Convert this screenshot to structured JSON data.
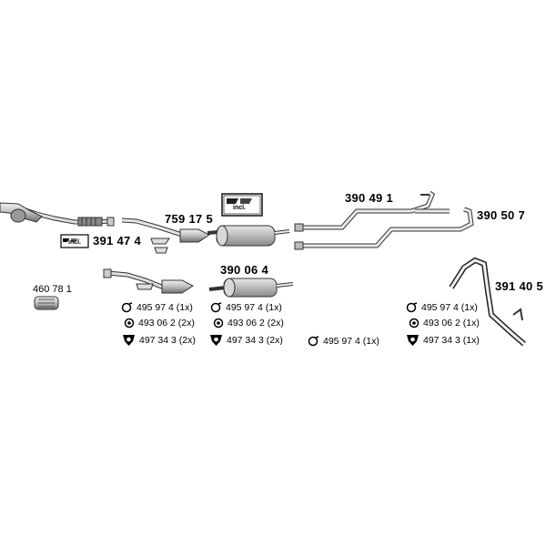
{
  "parts": {
    "p1": "391 47 4",
    "p2": "759 17 5",
    "p3": "390 06 4",
    "p4": "390 49 1",
    "p5": "390 50 7",
    "p6": "391 40 5",
    "p7": "460 78 1"
  },
  "incl_label": "incl.",
  "accessories": {
    "col1": {
      "ring": "495 97 4 (1x)",
      "hanger": "493 06 2 (2x)",
      "clamp": "497 34 3 (2x)"
    },
    "col2": {
      "ring": "495 97 4 (1x)",
      "hanger": "493 06 2 (2x)",
      "clamp": "497 34 3 (2x)"
    },
    "col3": {
      "ring": "495 97 4 (1x)"
    },
    "col4": {
      "ring": "495 97 4 (1x)",
      "hanger": "493 06 2 (1x)",
      "clamp": "497 34 3 (1x)"
    }
  }
}
